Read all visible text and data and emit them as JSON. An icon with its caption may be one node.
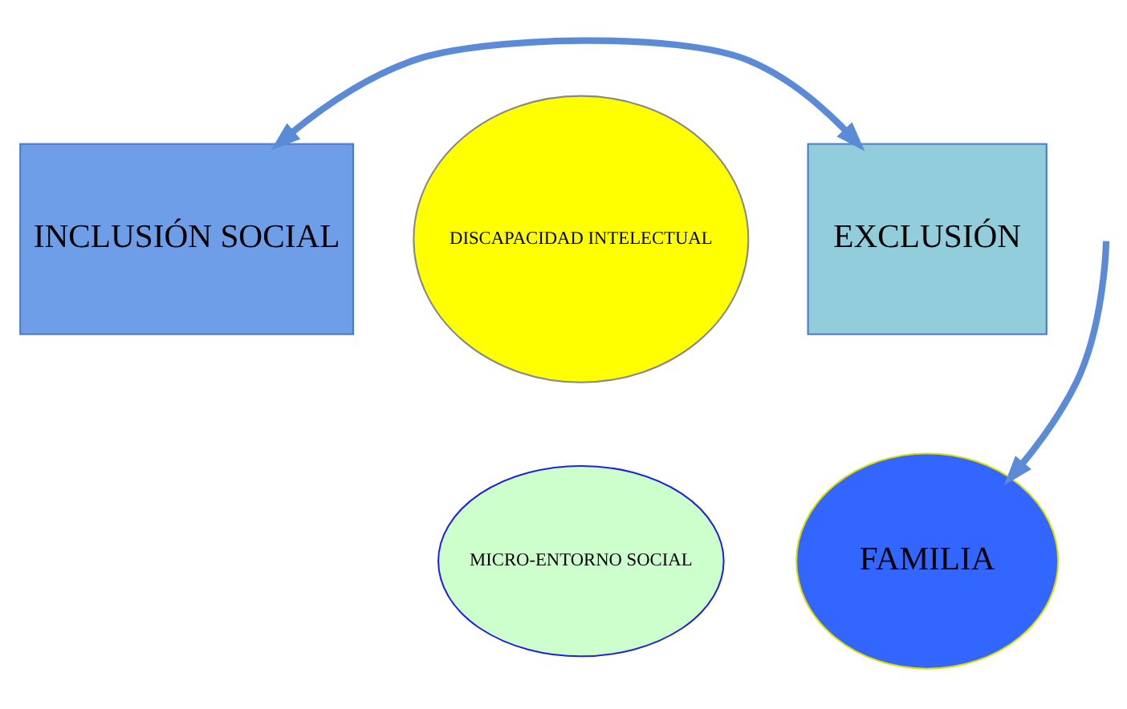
{
  "diagram": {
    "nodes": [
      {
        "text": [
          "INCLUSIÓN SOCIAL"
        ]
      },
      {
        "text": [
          "DISCAPACIDAD INTELECTUAL"
        ]
      },
      {
        "text": [
          "EXCLUSIÓN"
        ]
      },
      {
        "text": [
          "MICRO-ENTORNO SOCIAL"
        ]
      },
      {
        "text": [
          "FAMILIA"
        ]
      }
    ],
    "edges": [
      {
        "from": 0,
        "to": 2,
        "arrow": "both"
      },
      {
        "from": null,
        "to": 4,
        "arrow": "to"
      }
    ]
  }
}
